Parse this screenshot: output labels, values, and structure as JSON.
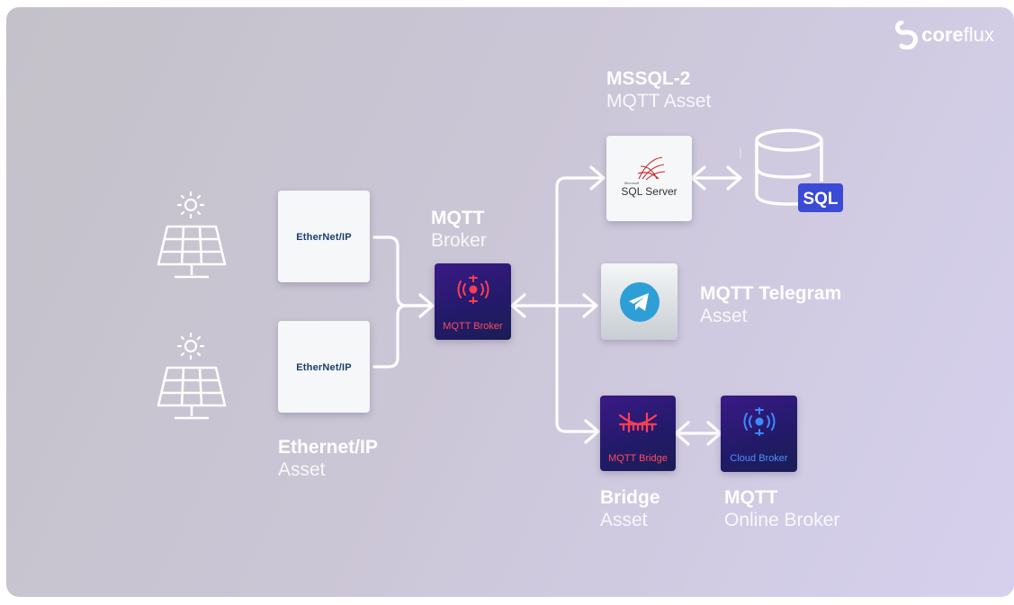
{
  "brand": {
    "name_bold": "core",
    "name_light": "flux"
  },
  "labels": {
    "mssql": {
      "title": "MSSQL-2",
      "subtitle": "MQTT Asset"
    },
    "broker": {
      "title": "MQTT",
      "subtitle": "Broker"
    },
    "telegram": {
      "title": "MQTT Telegram",
      "subtitle": "Asset"
    },
    "ethernet": {
      "title": "Ethernet/IP",
      "subtitle": "Asset"
    },
    "bridge": {
      "title": "Bridge",
      "subtitle": "Asset"
    },
    "online": {
      "title": "MQTT",
      "subtitle": "Online Broker"
    }
  },
  "cards": {
    "ethernet_logo": "EtherNet/IP",
    "broker_label": "MQTT Broker",
    "bridge_label": "MQTT Bridge",
    "cloud_label": "Cloud Broker",
    "sql_small": "Microsoft",
    "sql_name": "SQL Server",
    "sql_badge": "SQL"
  },
  "icons": [
    "sun-icon",
    "solar-panel-icon",
    "database-icon",
    "telegram-icon",
    "broadcast-icon",
    "bridge-icon",
    "coreflux-logo-icon",
    "sql-server-logo-icon"
  ],
  "colors": {
    "accent_red": "#ff3d55",
    "accent_blue": "#3d8bff",
    "sql_badge": "#3b4bd6",
    "telegram": "#2e9fd6"
  }
}
